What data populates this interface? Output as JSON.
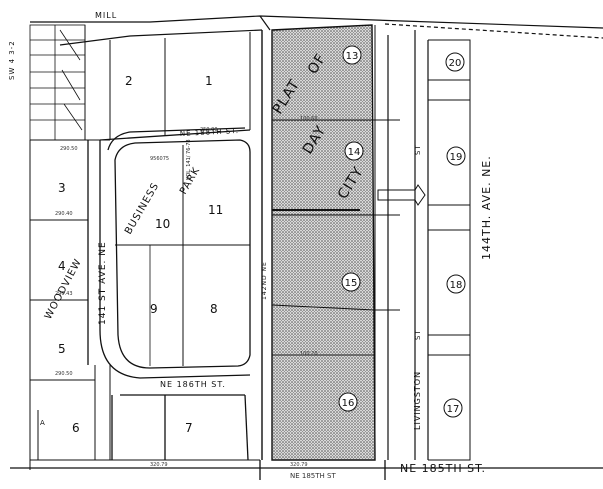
{
  "streets": {
    "ne_185th_st": "NE 185TH ST.",
    "ne_185th_st_small": "NE 185TH ST",
    "ne_186th_st": "NE 186TH ST.",
    "ne_188th_st": "NE 188TH ST.",
    "ave_144th": "144TH. AVE. NE.",
    "ave_141st": "141 ST AVE. NE",
    "ave_142nd": "142ND NE",
    "livingston": "LIVINGSTON",
    "st_east_a": "ST",
    "st_east_b": "ST",
    "woodview": "WOODVIEW",
    "business": "BUSINESS",
    "park": "PARK",
    "mill": "MILL",
    "section": "SW 4 3-2"
  },
  "plat_of_day_city": [
    "PLAT",
    "OF",
    "DAY",
    "CITY"
  ],
  "lots_west": [
    "1",
    "2",
    "3",
    "4",
    "5",
    "6",
    "7",
    "8",
    "9",
    "10",
    "11"
  ],
  "parcels_shaded": [
    "13",
    "14",
    "15",
    "16"
  ],
  "parcels_east": [
    "17",
    "18",
    "19",
    "20"
  ],
  "misc": {
    "vol": "VOL. 141/ 76-78",
    "a_mark": "A"
  },
  "colors": {
    "shade": "#8a8a8a",
    "line": "#111111"
  }
}
